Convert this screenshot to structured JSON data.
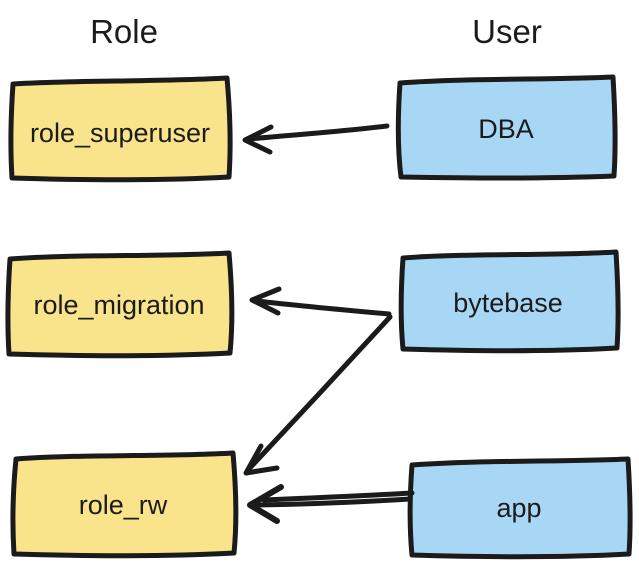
{
  "headers": {
    "role": "Role",
    "user": "User"
  },
  "colors": {
    "background": "#ffffff",
    "ink": "#1b1b1b",
    "role_fill": "#f9e48b",
    "user_fill": "#a8d7f6"
  },
  "roles": {
    "superuser": {
      "label": "role_superuser"
    },
    "migration": {
      "label": "role_migration"
    },
    "rw": {
      "label": "role_rw"
    }
  },
  "users": {
    "dba": {
      "label": "DBA"
    },
    "bytebase": {
      "label": "bytebase"
    },
    "app": {
      "label": "app"
    }
  },
  "edges": [
    {
      "from": "DBA",
      "to": "role_superuser"
    },
    {
      "from": "bytebase",
      "to": "role_migration"
    },
    {
      "from": "bytebase",
      "to": "role_rw"
    },
    {
      "from": "app",
      "to": "role_rw"
    }
  ]
}
